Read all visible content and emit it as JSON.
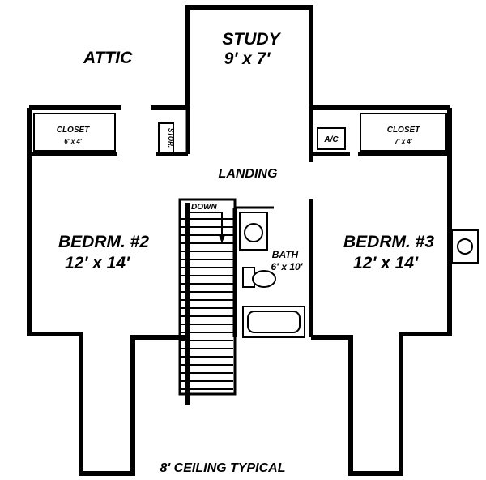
{
  "plan": {
    "attic": "ATTIC",
    "study": {
      "name": "STUDY",
      "size": "9' x 7'"
    },
    "landing": "LANDING",
    "stor": "STOR.",
    "ac": "A/C",
    "closet_left": {
      "name": "CLOSET",
      "size": "6' x 4'"
    },
    "closet_right": {
      "name": "CLOSET",
      "size": "7' x 4'"
    },
    "bedroom2": {
      "name": "BEDRM. #2",
      "size": "12' x 14'"
    },
    "bedroom3": {
      "name": "BEDRM. #3",
      "size": "12' x 14'"
    },
    "bath": {
      "name": "BATH",
      "size": "6' x 10'"
    },
    "down": "DOWN",
    "ceiling_note": "8' CEILING TYPICAL"
  }
}
